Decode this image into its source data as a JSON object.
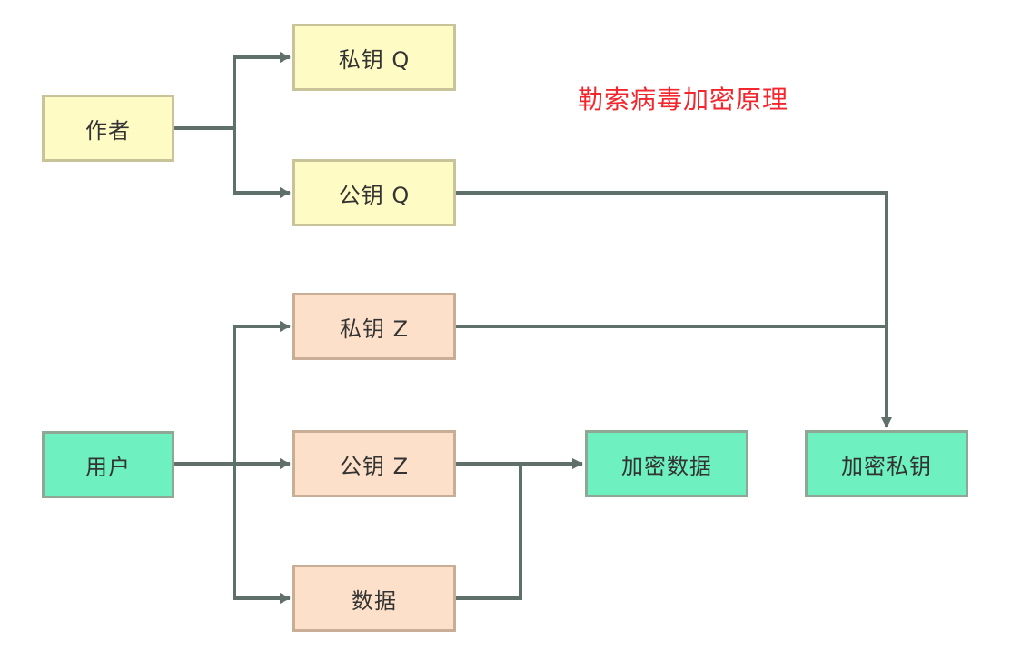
{
  "diagram": {
    "title": "勒索病毒加密原理",
    "nodes": {
      "author": "作者",
      "private_q": "私钥 Q",
      "public_q": "公钥 Q",
      "private_z": "私钥 Z",
      "user": "用户",
      "public_z": "公钥 Z",
      "data": "数据",
      "encrypted_data": "加密数据",
      "encrypted_private_key": "加密私钥"
    },
    "colors": {
      "author_nodes": "#fffbc4",
      "user_key_nodes": "#fde0c9",
      "output_nodes": "#6ef0c1",
      "title": "#f2262c",
      "connector": "#5f706b"
    }
  }
}
